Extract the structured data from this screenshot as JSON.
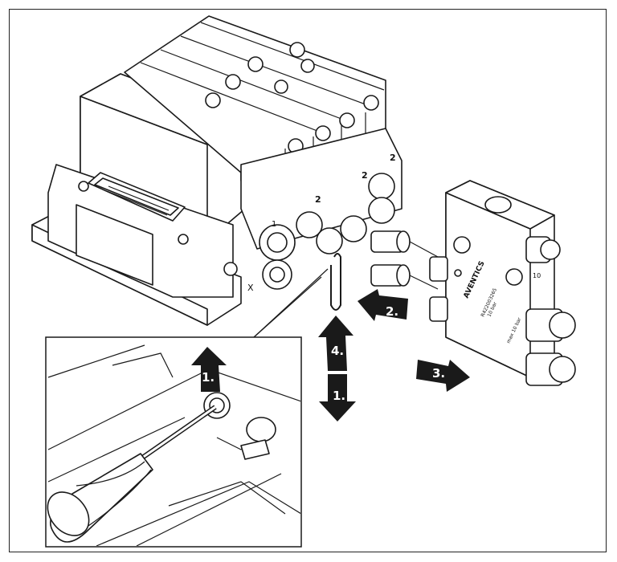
{
  "steps": {
    "s1_top": "1.",
    "s1_bottom": "1.",
    "s2": "2.",
    "s3": "3.",
    "s4": "4.",
    "inset_s1": "1."
  },
  "labels": {
    "station_1": "1",
    "station_x": "X",
    "port_2a": "2",
    "port_2b": "2",
    "port_2c": "2",
    "port_10": "10"
  },
  "adapter": {
    "brand": "AVENTICS",
    "part_no": "R422003265",
    "spec_left": "10 bar",
    "spec_right": "max 10 bar"
  },
  "colors": {
    "arrow": "#1a1a1a",
    "line": "#1a1a1a",
    "fill": "#ffffff"
  }
}
